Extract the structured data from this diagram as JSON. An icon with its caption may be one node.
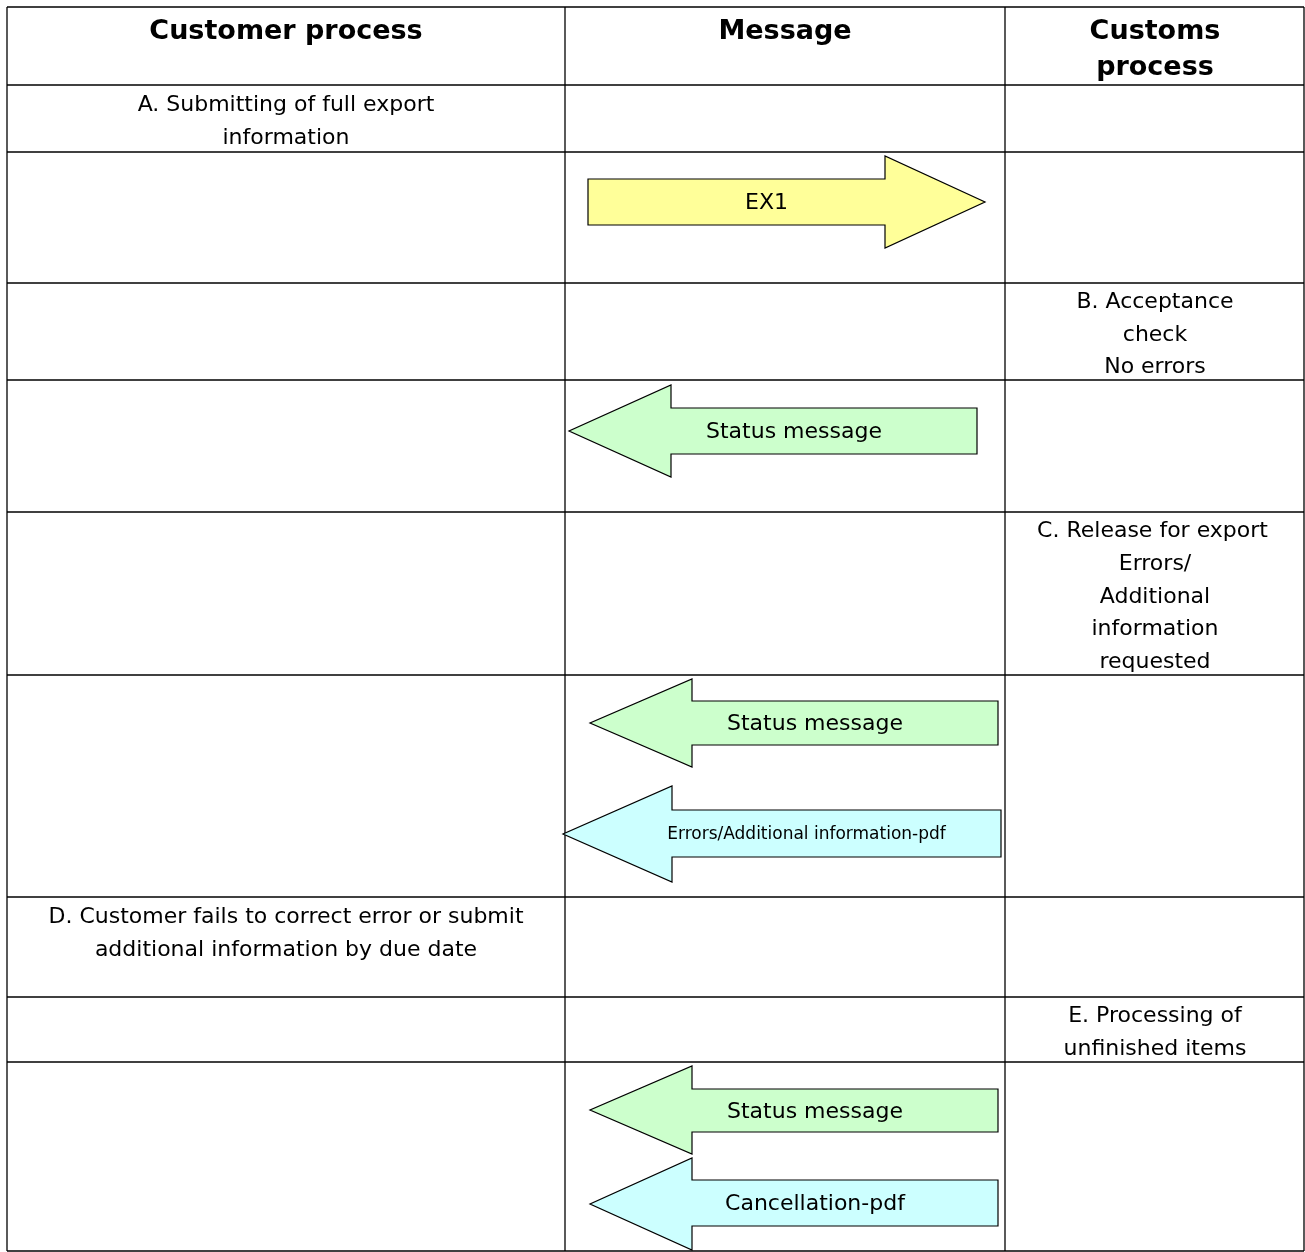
{
  "diagram": {
    "nodes": [
      {
        "text": [
          "EX1"
        ]
      },
      {
        "text": [
          "Status message"
        ]
      },
      {
        "text": [
          "Status message"
        ]
      },
      {
        "text": [
          "Errors/Additional information-pdf"
        ]
      },
      {
        "text": [
          "Status message"
        ]
      },
      {
        "text": [
          "Cancellation-pdf"
        ]
      }
    ],
    "labels": [
      "Customer process",
      "Message",
      "Customs process",
      "A. Submitting of full export information",
      "B. Acceptance check",
      "No errors",
      "C. Release for export",
      "Errors/ Additional information requested",
      "D. Customer fails to correct error or submit additional information by due date",
      "E. Processing of unfinished items"
    ]
  }
}
